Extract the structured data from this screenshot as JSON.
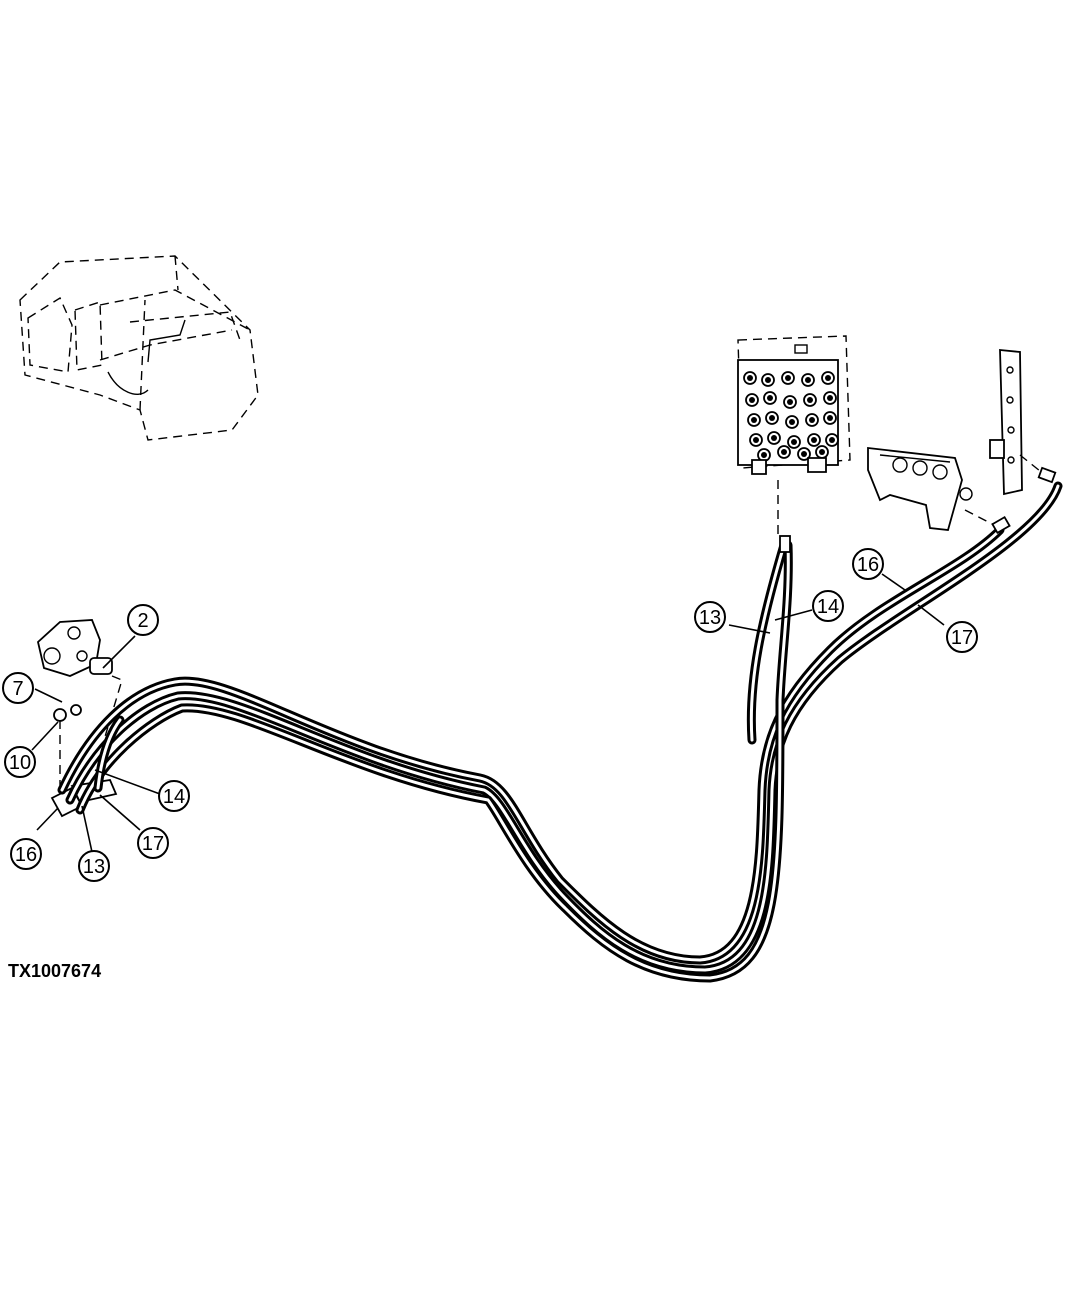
{
  "figure_id": "TX1007674",
  "callouts": [
    {
      "label": "2"
    },
    {
      "label": "7"
    },
    {
      "label": "10"
    },
    {
      "label": "16"
    },
    {
      "label": "13"
    },
    {
      "label": "14"
    },
    {
      "label": "17"
    },
    {
      "label": "13"
    },
    {
      "label": "14"
    },
    {
      "label": "16"
    },
    {
      "label": "17"
    }
  ],
  "colors": {
    "line": "#000000",
    "background": "#ffffff"
  }
}
